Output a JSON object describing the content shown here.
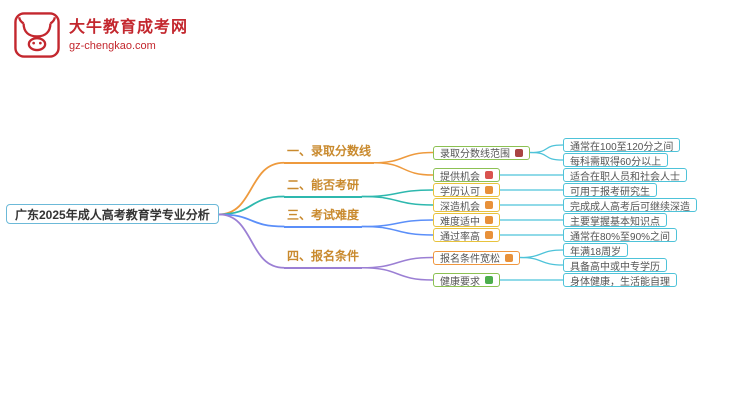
{
  "logo": {
    "title": "大牛教育成考网",
    "url": "gz-chengkao.com",
    "brand_color": "#c3272e"
  },
  "mindmap": {
    "root": "广东2025年成人高考教育学专业分析",
    "label_color": "#c98a2e",
    "leaf_border": "#4ec3d9",
    "branches": [
      {
        "label": "一、录取分数线",
        "color": "#ee9a3d",
        "children": [
          {
            "label": "录取分数线范围",
            "border": "#8cc152",
            "icon": "#a94442",
            "children": [
              {
                "label": "通常在100至120分之间"
              },
              {
                "label": "每科需取得60分以上"
              }
            ]
          },
          {
            "label": "提供机会",
            "border": "#8cc152",
            "icon": "#d9534f",
            "children": [
              {
                "label": "适合在职人员和社会人士"
              }
            ]
          }
        ]
      },
      {
        "label": "二、能否考研",
        "color": "#2eb8ae",
        "children": [
          {
            "label": "学历认可",
            "border": "#e8c33d",
            "icon": "#e8913a",
            "children": [
              {
                "label": "可用于报考研究生"
              }
            ]
          },
          {
            "label": "深造机会",
            "border": "#e8c33d",
            "icon": "#e8913a",
            "children": [
              {
                "label": "完成成人高考后可继续深造"
              }
            ]
          }
        ]
      },
      {
        "label": "三、考试难度",
        "color": "#5b8ff9",
        "children": [
          {
            "label": "难度适中",
            "border": "#e8c33d",
            "icon": "#e8913a",
            "children": [
              {
                "label": "主要掌握基本知识点"
              }
            ]
          },
          {
            "label": "通过率高",
            "border": "#e8c33d",
            "icon": "#e8913a",
            "children": [
              {
                "label": "通常在80%至90%之间"
              }
            ]
          }
        ]
      },
      {
        "label": "四、报名条件",
        "color": "#9b7fd4",
        "children": [
          {
            "label": "报名条件宽松",
            "border": "#f0973f",
            "icon": "#e8913a",
            "children": [
              {
                "label": "年满18周岁"
              },
              {
                "label": "具备高中或中专学历"
              }
            ]
          },
          {
            "label": "健康要求",
            "border": "#8cc152",
            "icon": "#4cae4c",
            "children": [
              {
                "label": "身体健康，生活能自理"
              }
            ]
          }
        ]
      }
    ]
  }
}
